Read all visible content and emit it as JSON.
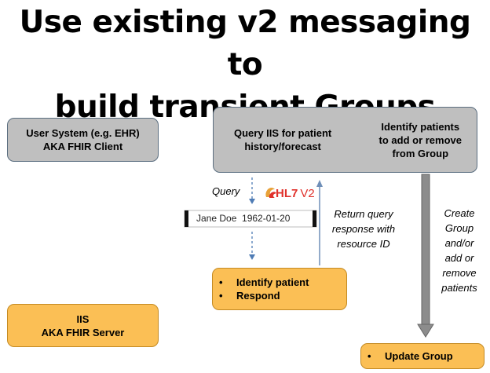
{
  "title": {
    "line1": "Use existing v2 messaging to",
    "line2": "build transient Groups"
  },
  "user_system_box": {
    "text": "User System (e.g. EHR)\nAKA FHIR Client"
  },
  "iis_box": {
    "text": "IIS\nAKA FHIR Server"
  },
  "query_box": {
    "left_text": "Query IIS for patient\nhistory/forecast",
    "right_text": "Identify patients\nto add or remove\nfrom Group"
  },
  "identify_box": {
    "items": [
      "Identify patient",
      "Respond"
    ]
  },
  "update_box": {
    "items": [
      "Update Group"
    ]
  },
  "labels": {
    "query": "Query",
    "return": "Return query\nresponse with\nresource ID",
    "create": "Create\nGroup\nand/or\nadd or\nremove\npatients"
  },
  "message": {
    "text": "Jane Doe  1962-01-20"
  },
  "hl7_logo": {
    "text": "HL7",
    "version": "V2",
    "color": "#e0312b"
  },
  "colors": {
    "grey_fill": "#bfbfbf",
    "grey_border": "#5b6e80",
    "orange_fill": "#fbbf55",
    "orange_border": "#c48a22",
    "arrow_blue": "#4f7cb5"
  }
}
